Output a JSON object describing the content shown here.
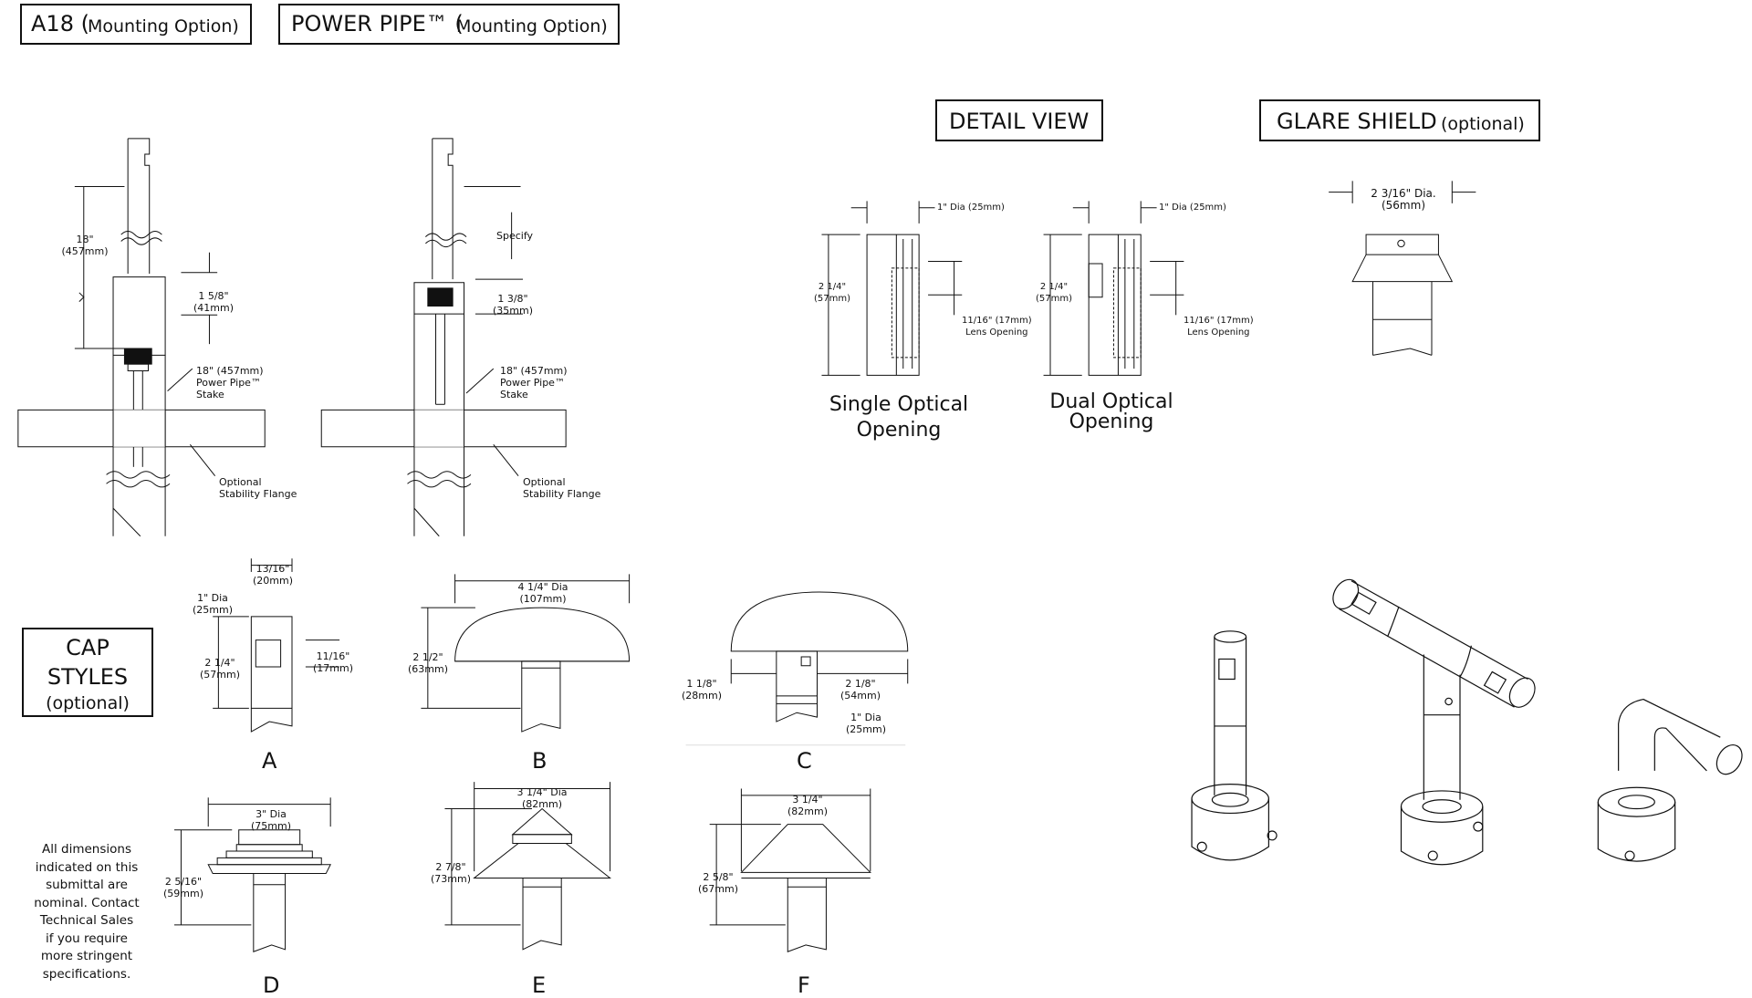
{
  "headers": {
    "a18": {
      "main": "A18 (",
      "option": "Mounting Option)"
    },
    "power_pipe": {
      "main": "POWER PIPE™ (",
      "option": "Mounting Option)"
    },
    "detail_view": "DETAIL  VIEW",
    "glare_shield": {
      "main": "GLARE  SHIELD",
      "option": "(optional)"
    },
    "cap_styles": {
      "line1": "CAP",
      "line2": "STYLES",
      "line3": "(optional)"
    }
  },
  "mounting": {
    "a18": {
      "length_in": "18\"",
      "length_mm": "(457mm)",
      "exposed_in": "1 5/8\"",
      "exposed_mm": "(41mm)",
      "stake_line1": "18\" (457mm)",
      "stake_line2": "Power Pipe™",
      "stake_line3": "Stake",
      "flange_line1": "Optional",
      "flange_line2": "Stability Flange"
    },
    "power_pipe": {
      "specify": "Specify",
      "exposed_in": "1 3/8\"",
      "exposed_mm": "(35mm)",
      "stake_line1": "18\" (457mm)",
      "stake_line2": "Power Pipe™",
      "stake_line3": "Stake",
      "flange_line1": "Optional",
      "flange_line2": "Stability Flange"
    }
  },
  "detail": {
    "single": {
      "dia": "1\" Dia (25mm)",
      "height_in": "2 1/4\"",
      "height_mm": "(57mm)",
      "lens_line1": "11/16\" (17mm)",
      "lens_line2": "Lens Opening",
      "caption_line1": "Single Optical",
      "caption_line2": "Opening"
    },
    "dual": {
      "dia": "1\" Dia (25mm)",
      "height_in": "2 1/4\"",
      "height_mm": "(57mm)",
      "lens_line1": "11/16\" (17mm)",
      "lens_line2": "Lens Opening",
      "caption_line1": "Dual Optical",
      "caption_line2": "Opening"
    }
  },
  "glare": {
    "dia_in": "2 3/16\" Dia.",
    "dia_mm": "(56mm)"
  },
  "caps": {
    "a": {
      "letter": "A",
      "top_in": "13/16\"",
      "top_mm": "(20mm)",
      "dia_in": "1\" Dia",
      "dia_mm": "(25mm)",
      "height_in": "2 1/4\"",
      "height_mm": "(57mm)",
      "lens_in": "11/16\"",
      "lens_mm": "(17mm)"
    },
    "b": {
      "letter": "B",
      "dia_in": "4 1/4\" Dia",
      "dia_mm": "(107mm)",
      "height_in": "2 1/2\"",
      "height_mm": "(63mm)"
    },
    "c": {
      "letter": "C",
      "left_in": "1 1/8\"",
      "left_mm": "(28mm)",
      "right_in": "2 1/8\"",
      "right_mm": "(54mm)",
      "dia_in": "1\" Dia",
      "dia_mm": "(25mm)"
    },
    "d": {
      "letter": "D",
      "dia_in": "3\" Dia",
      "dia_mm": "(75mm)",
      "height_in": "2 5/16\"",
      "height_mm": "(59mm)"
    },
    "e": {
      "letter": "E",
      "dia_in": "3 1/4\" Dia",
      "dia_mm": "(82mm)",
      "height_in": "2 7/8\"",
      "height_mm": "(73mm)"
    },
    "f": {
      "letter": "F",
      "dia_in": "3 1/4\"",
      "dia_mm": "(82mm)",
      "height_in": "2 5/8\"",
      "height_mm": "(67mm)"
    }
  },
  "note": [
    "All dimensions",
    "indicated on this",
    "submittal are",
    "nominal. Contact",
    "Technical Sales",
    "if you require",
    "more stringent",
    "specifications."
  ],
  "style": {
    "line_color": "#111111",
    "background": "#ffffff"
  }
}
